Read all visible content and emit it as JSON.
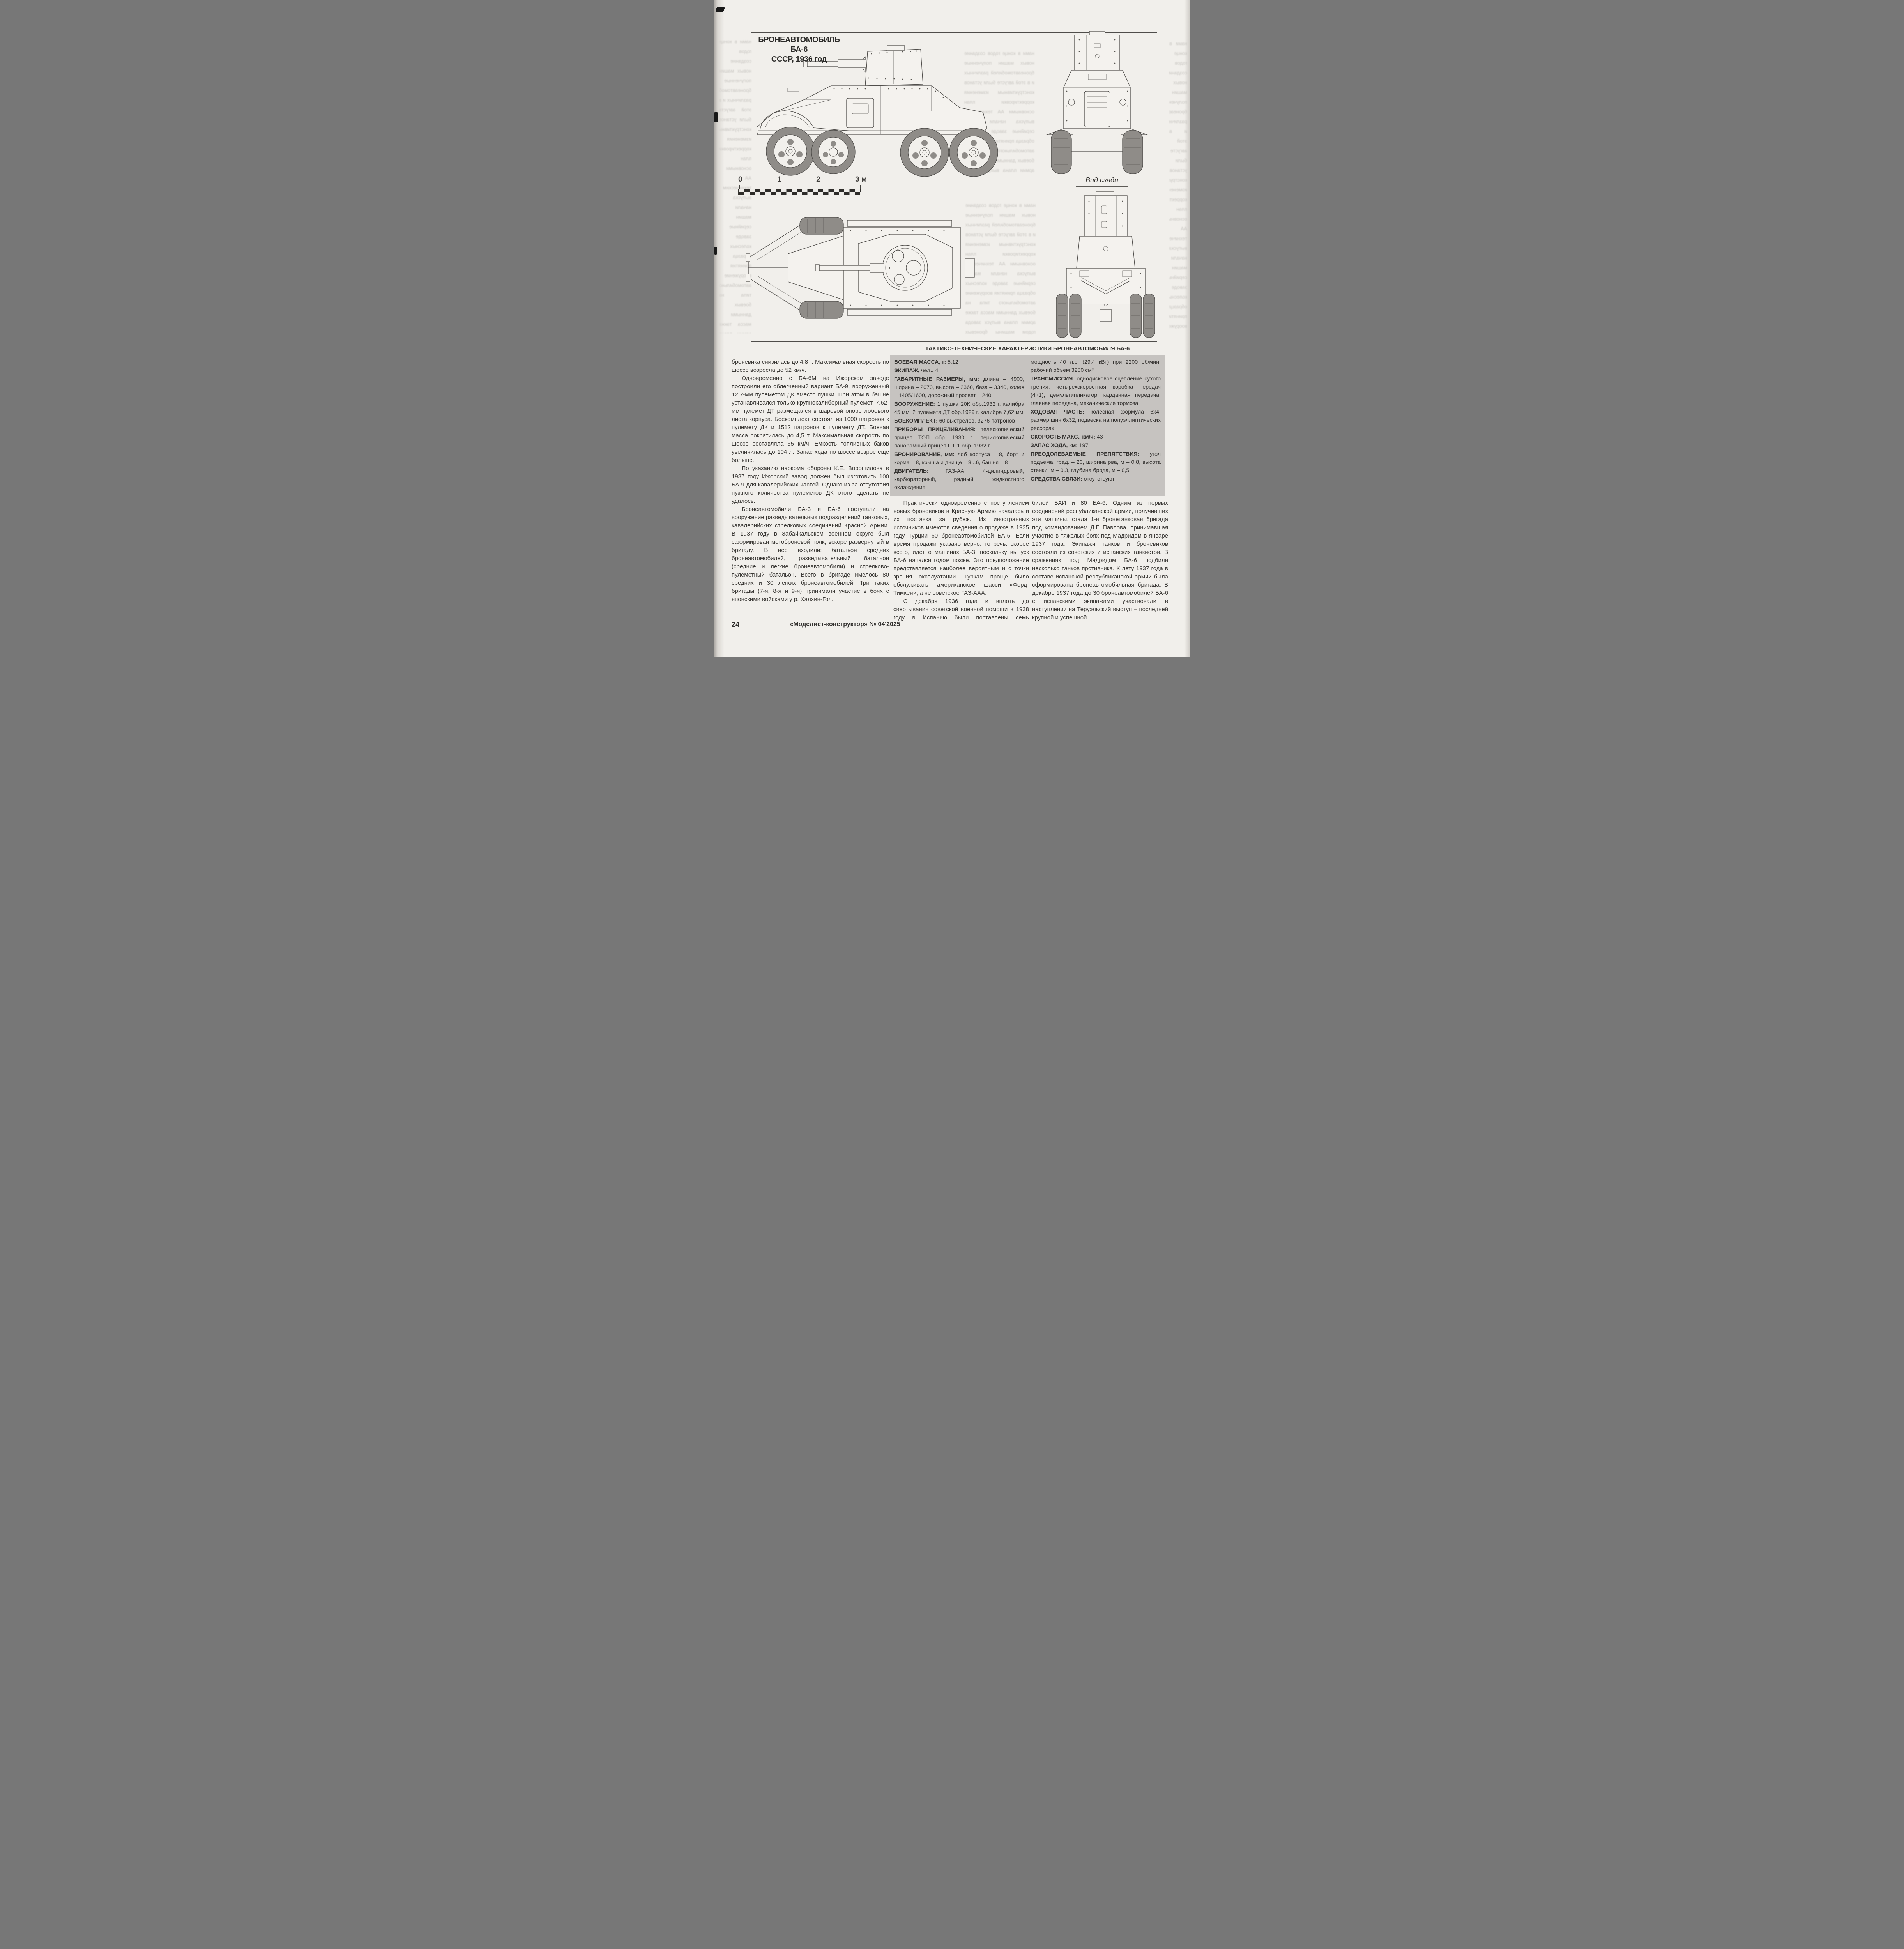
{
  "page": {
    "footer_page_number": "24",
    "footer_magazine": "«Моделист-конструктор» № 04'2025"
  },
  "drawing_panel": {
    "title_line1": "БРОНЕАВТОМОБИЛЬ БА-6",
    "title_line2": "СССР, 1936 год",
    "rear_view_label": "Вид сзади",
    "scale_ticks": [
      "0",
      "1",
      "2",
      "3 м"
    ]
  },
  "specs": {
    "header": "ТАКТИКО-ТЕХНИЧЕСКИЕ ХАРАКТЕРИСТИКИ БРОНЕАВТОМОБИЛЯ БА-6",
    "left": [
      {
        "label": "БОЕВАЯ МАССА, т:",
        "text": "5,12"
      },
      {
        "label": "ЭКИПАЖ, чел.:",
        "text": "4"
      },
      {
        "label": "ГАБАРИТНЫЕ РАЗМЕРЫ, мм:",
        "text": "длина – 4900, ширина – 2070, высота – 2360, база – 3340, колея – 1405/1600, дорожный просвет – 240"
      },
      {
        "label": "ВООРУЖЕНИЕ:",
        "text": "1 пушка 20К обр.1932 г. калибра 45 мм, 2 пулемета ДТ обр.1929 г. калибра 7,62 мм"
      },
      {
        "label": "БОЕКОМПЛЕКТ:",
        "text": "60 выстрелов, 3276 патронов"
      },
      {
        "label": "ПРИБОРЫ ПРИЦЕЛИВАНИЯ:",
        "text": "телескопический прицел ТОП обр. 1930 г., перископический панорамный прицел ПТ-1 обр. 1932 г."
      },
      {
        "label": "БРОНИРОВАНИЕ, мм:",
        "text": "лоб корпуса – 8, борт и корма – 8, крыша и днище – 3...6, башня – 8"
      },
      {
        "label": "ДВИГАТЕЛЬ:",
        "text": "ГАЗ-АА, 4-цилиндровый, карбюраторный, рядный, жидкостного охлаждения;"
      }
    ],
    "right": [
      {
        "label": "",
        "text": "мощность 40 л.с. (29,4 кВт) при 2200 об/мин; рабочий объем 3280 см³"
      },
      {
        "label": "ТРАНСМИССИЯ:",
        "text": "однодисковое сцепление сухого трения, четырехскоростная коробка передач (4+1), демультипликатор, карданная передача, главная передача, механические тормоза"
      },
      {
        "label": "ХОДОВАЯ ЧАСТЬ:",
        "text": "колесная формула 6х4, размер шин 6х32, подвеска на полуэллиптических рессорах"
      },
      {
        "label": "СКОРОСТЬ МАКС., км/ч:",
        "text": "43"
      },
      {
        "label": "ЗАПАС ХОДА, км:",
        "text": "197"
      },
      {
        "label": "ПРЕОДОЛЕВАЕМЫЕ ПРЕПЯТСТВИЯ:",
        "text": "угол подъема, град. – 20, ширина рва, м – 0,8, высота стенки, м – 0,3, глубина брода, м – 0,5"
      },
      {
        "label": "СРЕДСТВА СВЯЗИ:",
        "text": "отсутствуют"
      }
    ]
  },
  "article": {
    "left_column": [
      "броневика снизилась до 4,8 т. Максимальная скорость по шоссе возросла до 52 км/ч.",
      "Одновременно с БА-6М на Ижорском заводе построили его облегченный вариант БА-9, вооруженный 12,7-мм пулеметом ДК вместо пушки. При этом в башне устанавливался только крупнокалиберный пулемет, 7,62-мм пулемет ДТ размещался в шаровой опоре лобового листа корпуса. Боекомплект состоял из 1000 патронов к пулемету ДК и 1512 патронов к пулемету ДТ. Боевая масса сократилась до 4,5 т. Максимальная скорость по шоссе составляла 55 км/ч. Емкость топливных баков увеличилась до 104 л. Запас хода по шоссе возрос еще больше.",
      "По указанию наркома обороны К.Е. Ворошилова в 1937 году Ижорский завод должен был изготовить 100 БА-9 для кавалерийских частей. Однако из-за отсутствия нужного количества пулеметов ДК этого сделать не удалось.",
      "Бронеавтомобили БА-3 и БА-6 поступали на вооружение разведывательных подразделений танковых, кавалерийских стрелковых соединений Красной Армии. В 1937 году в Забайкальском военном округе был сформирован мотоброневой полк, вскоре развернутый в бригаду. В нее входили: батальон средних бронеавтомобилей, разведывательный батальон (средние и легкие бронеавтомобили) и стрелково-пулеметный батальон. Всего в бригаде имелось 80 средних и 30 легких бронеавтомобилей. Три таких бригады (7-я, 8-я и 9-я) принимали участие в боях с японскими войсками у р. Халхин-Гол."
    ],
    "middle_column": [
      "Практически одновременно с поступлением новых броневиков в Красную Армию началась и их поставка за рубеж. Из иностранных источников имеются сведения о продаже в 1935 году Турции 60 бронеавтомобилей БА-6. Если время продажи указано верно, то речь, скорее всего, идет о машинах БА-3, поскольку выпуск БА-6 начался годом позже. Это предположение представляется наиболее вероятным и с точки зрения эксплуатации. Туркам проще было обслуживать американское шасси «Форд-Тимкен», а не советское ГАЗ-ААА.",
      "С декабря 1936 года и вплоть до свертывания советской военной помощи в 1938 году в Испанию были поставлены семь бронеавтомо-"
    ],
    "right_column": [
      "билей БАИ и 80 БА-6. Одним из первых соединений республиканской армии, получивших эти машины, стала 1-я бронетанковая бригада под командованием Д.Г. Павлова, принимавшая участие в тяжелых боях под Мадридом в январе 1937 года. Экипажи танков и броневиков состояли из советских и испанских танкистов. В сражениях под Мадридом БА-6 подбили несколько танков противника. К лету 1937 года в составе испанской республиканской армии была сформирована бронеавтомобильная бригада. В декабре 1937 года до 30 бронеавтомобилей БА-6 с испанскими экипажами участвовали в наступлении на Теруэльский выступ – последней крупной и успешной"
    ]
  },
  "bleed": {
    "text": "нами в конце годов создание новых машин полученные бронеавтомобилей различных и в этой августе были установ конструктивным изменения корректировки план основными АА техническим выпуска начали машин серийные заводе колесных образца принятия вооружение автомобильного типа на боевых данными масса также армии плана выпуск завода годом машины броневых частей прицел состав батальон машин орудие корпуса башня колесных выпуск серии армии машин плана состав годах завода частей машин выпуска колесных боевых данными масса также армии плана выпуск завода годом машины броневых частей прицел состав батальон машин орудие корпуса башня колесных выпуск серии армии машин плана состав годах завода частей"
  }
}
